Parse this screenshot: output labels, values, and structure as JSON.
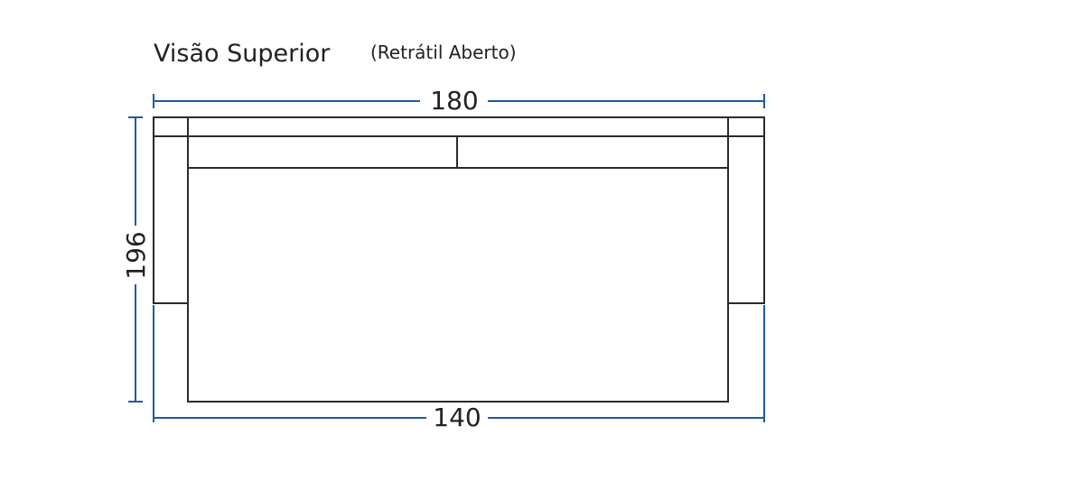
{
  "diagram": {
    "title": "Visão Superior",
    "subtitle": "(Retrátil Aberto)",
    "dimensions": {
      "top_width": "180",
      "height": "196",
      "bottom_width": "140"
    },
    "colors": {
      "dimension_line": "#1f5aa6",
      "outline": "#2b2b2b",
      "text": "#222222"
    }
  }
}
